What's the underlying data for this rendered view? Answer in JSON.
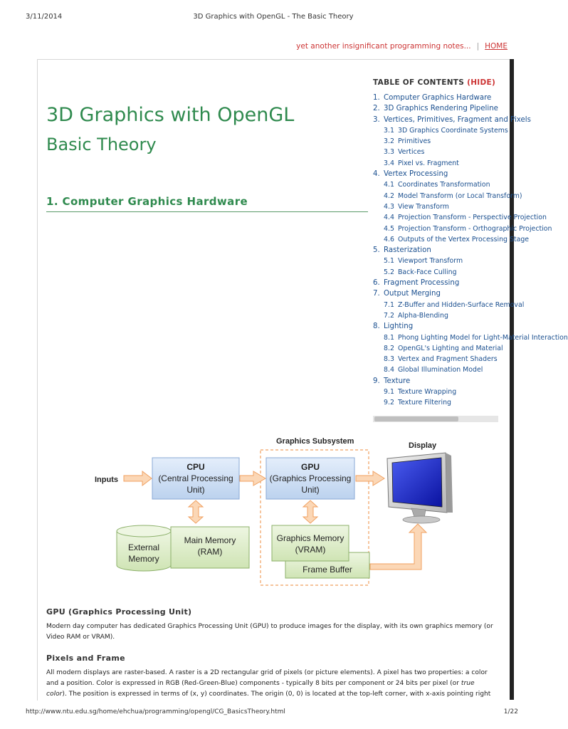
{
  "print_header": {
    "date": "3/11/2014",
    "doc_title": "3D Graphics with OpenGL - The Basic Theory"
  },
  "top_nav": {
    "tagline": "yet another insignificant programming notes...",
    "separator": "|",
    "home": "HOME"
  },
  "page": {
    "title": "3D Graphics with OpenGL",
    "subtitle": "Basic Theory",
    "section_heading": "1.  Computer Graphics Hardware"
  },
  "toc": {
    "heading": "TABLE OF CONTENTS",
    "hide_label": "(HIDE)",
    "items": [
      {
        "num": "1.",
        "label": "Computer Graphics Hardware",
        "level": 1
      },
      {
        "num": "2.",
        "label": "3D Graphics Rendering Pipeline",
        "level": 1
      },
      {
        "num": "3.",
        "label": "Vertices, Primitives, Fragment and Pixels",
        "level": 1
      },
      {
        "num": "3.1",
        "label": "3D Graphics Coordinate Systems",
        "level": 2
      },
      {
        "num": "3.2",
        "label": "Primitives",
        "level": 2
      },
      {
        "num": "3.3",
        "label": "Vertices",
        "level": 2
      },
      {
        "num": "3.4",
        "label": "Pixel vs. Fragment",
        "level": 2
      },
      {
        "num": "4.",
        "label": "Vertex Processing",
        "level": 1
      },
      {
        "num": "4.1",
        "label": "Coordinates Transformation",
        "level": 2
      },
      {
        "num": "4.2",
        "label": "Model Transform (or Local Transform)",
        "level": 2
      },
      {
        "num": "4.3",
        "label": "View Transform",
        "level": 2
      },
      {
        "num": "4.4",
        "label": "Projection Transform - Perspective Projection",
        "level": 2
      },
      {
        "num": "4.5",
        "label": "Projection Transform - Orthographic Projection",
        "level": 2
      },
      {
        "num": "4.6",
        "label": "Outputs of the Vertex Processing Stage",
        "level": 2
      },
      {
        "num": "5.",
        "label": "Rasterization",
        "level": 1
      },
      {
        "num": "5.1",
        "label": "Viewport Transform",
        "level": 2
      },
      {
        "num": "5.2",
        "label": "Back-Face Culling",
        "level": 2
      },
      {
        "num": "6.",
        "label": "Fragment Processing",
        "level": 1
      },
      {
        "num": "7.",
        "label": "Output Merging",
        "level": 1
      },
      {
        "num": "7.1",
        "label": "Z-Buffer and Hidden-Surface Removal",
        "level": 2
      },
      {
        "num": "7.2",
        "label": "Alpha-Blending",
        "level": 2
      },
      {
        "num": "8.",
        "label": "Lighting",
        "level": 1
      },
      {
        "num": "8.1",
        "label": "Phong Lighting Model for Light-Material Interaction",
        "level": 2
      },
      {
        "num": "8.2",
        "label": "OpenGL's Lighting and Material",
        "level": 2
      },
      {
        "num": "8.3",
        "label": "Vertex and Fragment Shaders",
        "level": 2
      },
      {
        "num": "8.4",
        "label": "Global Illumination Model",
        "level": 2
      },
      {
        "num": "9.",
        "label": "Texture",
        "level": 1
      },
      {
        "num": "9.1",
        "label": "Texture Wrapping",
        "level": 2
      },
      {
        "num": "9.2",
        "label": "Texture Filtering",
        "level": 2
      }
    ]
  },
  "diagram": {
    "subsystem_label": "Graphics Subsystem",
    "display_label": "Display",
    "inputs_label": "Inputs",
    "cpu": {
      "line1": "CPU",
      "line2": "(Central Processing",
      "line3": "Unit)"
    },
    "gpu": {
      "line1": "GPU",
      "line2": "(Graphics Processing",
      "line3": "Unit)"
    },
    "main_memory": {
      "line1": "Main Memory",
      "line2": "(RAM)"
    },
    "external_memory": {
      "line1": "External",
      "line2": "Memory"
    },
    "graphics_memory": {
      "line1": "Graphics Memory",
      "line2": "(VRAM)"
    },
    "frame_buffer": "Frame Buffer"
  },
  "content": {
    "gpu_heading": "GPU (Graphics Processing Unit)",
    "gpu_p1": "Modern day computer has dedicated Graphics Processing Unit (GPU) to produce images for the display, with its own graphics memory (or",
    "gpu_p2": "Video RAM or VRAM).",
    "pixels_heading": "Pixels and Frame",
    "pix_p1": "All modern displays are raster-based. A raster is a 2D rectangular grid of pixels (or picture elements). A pixel has two properties: a color",
    "pix_p2": "and a position. Color is expressed in RGB (Red-Green-Blue) components - typically 8 bits per component or 24 bits per pixel (or",
    "pix_p2_em": "true",
    "pix_p3_em": "color",
    "pix_p3": "). The position is expressed in terms of (x, y) coordinates. The origin (0, 0) is located at the top-left corner, with x-axis pointing right"
  },
  "print_footer": {
    "url": "http://www.ntu.edu.sg/home/ehchua/programming/opengl/CG_BasicsTheory.html",
    "page": "1/22"
  }
}
